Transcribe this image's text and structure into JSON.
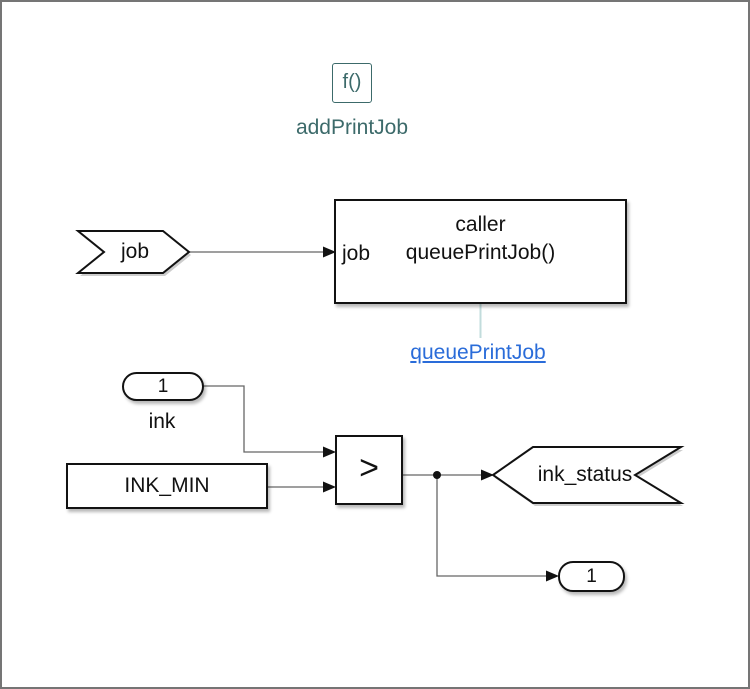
{
  "function_badge": {
    "icon_label": "f()",
    "name": "addPrintJob"
  },
  "argin_job": {
    "label": "job"
  },
  "caller_block": {
    "title": "caller",
    "prototype": "queuePrintJob()",
    "input_port_label": "job"
  },
  "function_link": {
    "label": "queuePrintJob"
  },
  "inport_ink": {
    "value": "1",
    "name": "ink"
  },
  "constant_block": {
    "label": "INK_MIN"
  },
  "relational_block": {
    "operator": ">"
  },
  "argout_ink_status": {
    "label": "ink_status"
  },
  "outport_block": {
    "value": "1"
  },
  "colors": {
    "function_teal": "#3c6a6a",
    "link_blue": "#2a6cd9",
    "wire_gray": "#666666",
    "block_border": "#121212",
    "pale_connector": "#c2dcdc",
    "canvas_border": "#757575"
  }
}
